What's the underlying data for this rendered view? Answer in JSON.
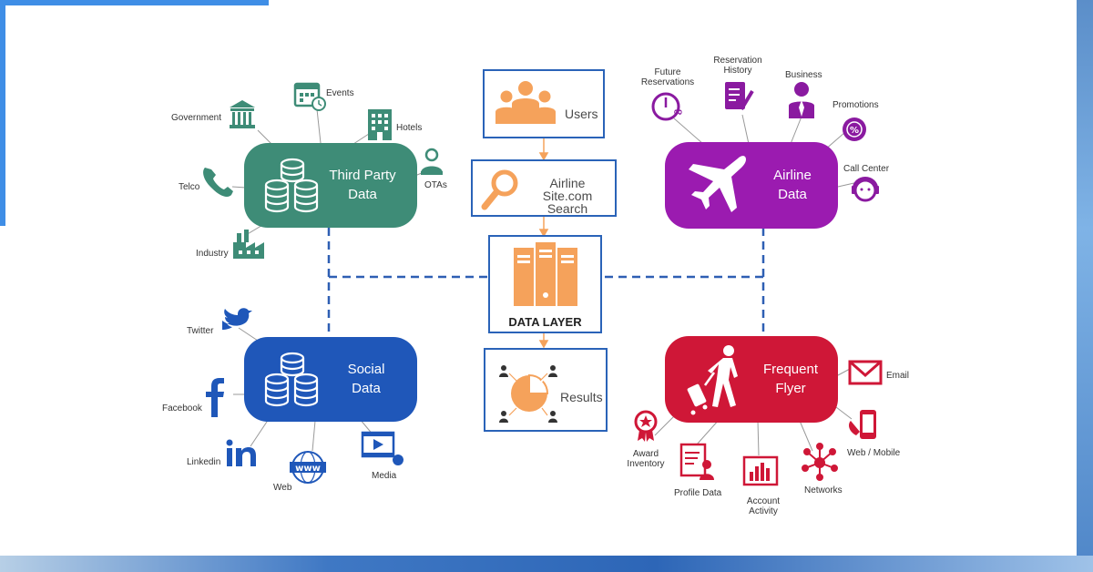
{
  "colors": {
    "green": "#3e8c77",
    "purple": "#9b1bb0",
    "blue": "#1f57b9",
    "red": "#cf1737",
    "orange": "#f5a25b",
    "dash": "#2e5fb3",
    "icon_green": "#3e8c77",
    "icon_purple": "#8a1aa0",
    "icon_blue": "#1f57b9",
    "icon_red": "#cf1737"
  },
  "hubs": {
    "third_party": {
      "label": "Third Party\nData"
    },
    "airline": {
      "label": "Airline\nData"
    },
    "social": {
      "label": "Social\nData"
    },
    "frequent_flyer": {
      "label": "Frequent\nFlyer"
    }
  },
  "center": {
    "users": "Users",
    "search": "Airline Site.com\nSearch",
    "data_layer": "DATA LAYER",
    "results": "Results"
  },
  "satellites": {
    "government": "Government",
    "events": "Events",
    "hotels": "Hotels",
    "telco": "Telco",
    "otas": "OTAs",
    "industry": "Industry",
    "future_reservations": "Future\nReservations",
    "reservation_history": "Reservation\nHistory",
    "business": "Business",
    "promotions": "Promotions",
    "call_center": "Call Center",
    "twitter": "Twitter",
    "facebook": "Facebook",
    "linkedin": "Linkedin",
    "web": "Web",
    "media": "Media",
    "email": "Email",
    "web_mobile": "Web / Mobile",
    "networks": "Networks",
    "account_activity": "Account\nActivity",
    "profile_data": "Profile Data",
    "award_inventory": "Award\nInventory"
  }
}
